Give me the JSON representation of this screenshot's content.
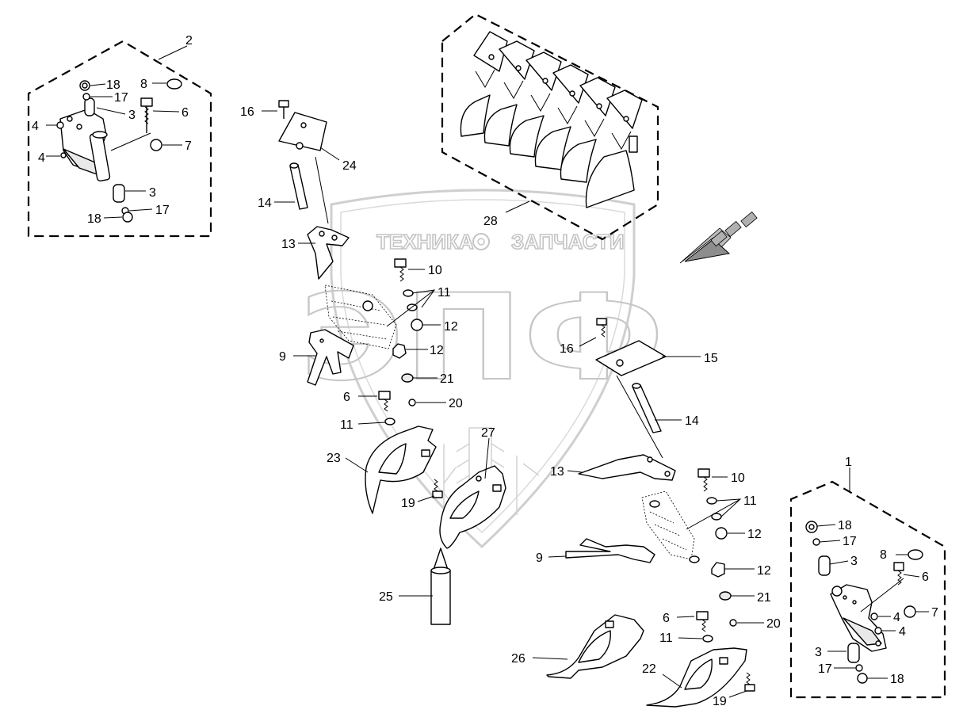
{
  "watermark": {
    "brand_text": "ТЕХНИКА",
    "brand_text_2": "ЗАПЧАСТИ",
    "logo_letters": "ЭПФ"
  },
  "labels": {
    "l1": "1",
    "l2": "2",
    "a18": "18",
    "a17": "17",
    "a3": "3",
    "a8": "8",
    "a6": "6",
    "a4": "4",
    "a4b": "4",
    "a7": "7",
    "a3b": "3",
    "a17b": "17",
    "a18b": "18",
    "b16": "16",
    "b24": "24",
    "b14": "14",
    "b13": "13",
    "b10": "10",
    "b11": "11",
    "b12": "12",
    "b9": "9",
    "b12b": "12",
    "b21": "21",
    "b6": "6",
    "b20": "20",
    "b11b": "11",
    "b23": "23",
    "b27": "27",
    "b19": "19",
    "b25": "25",
    "b28": "28",
    "c16": "16",
    "c15": "15",
    "c14": "14",
    "c13": "13",
    "c10": "10",
    "c11": "11",
    "c12": "12",
    "c9": "9",
    "c12b": "12",
    "c21": "21",
    "c6": "6",
    "c20": "20",
    "c11b": "11",
    "c26": "26",
    "c22": "22",
    "c19": "19",
    "d18": "18",
    "d17": "17",
    "d3": "3",
    "d8": "8",
    "d6": "6",
    "d4": "4",
    "d7": "7",
    "d4b": "4",
    "d3b": "3",
    "d17b": "17",
    "d18b": "18"
  }
}
